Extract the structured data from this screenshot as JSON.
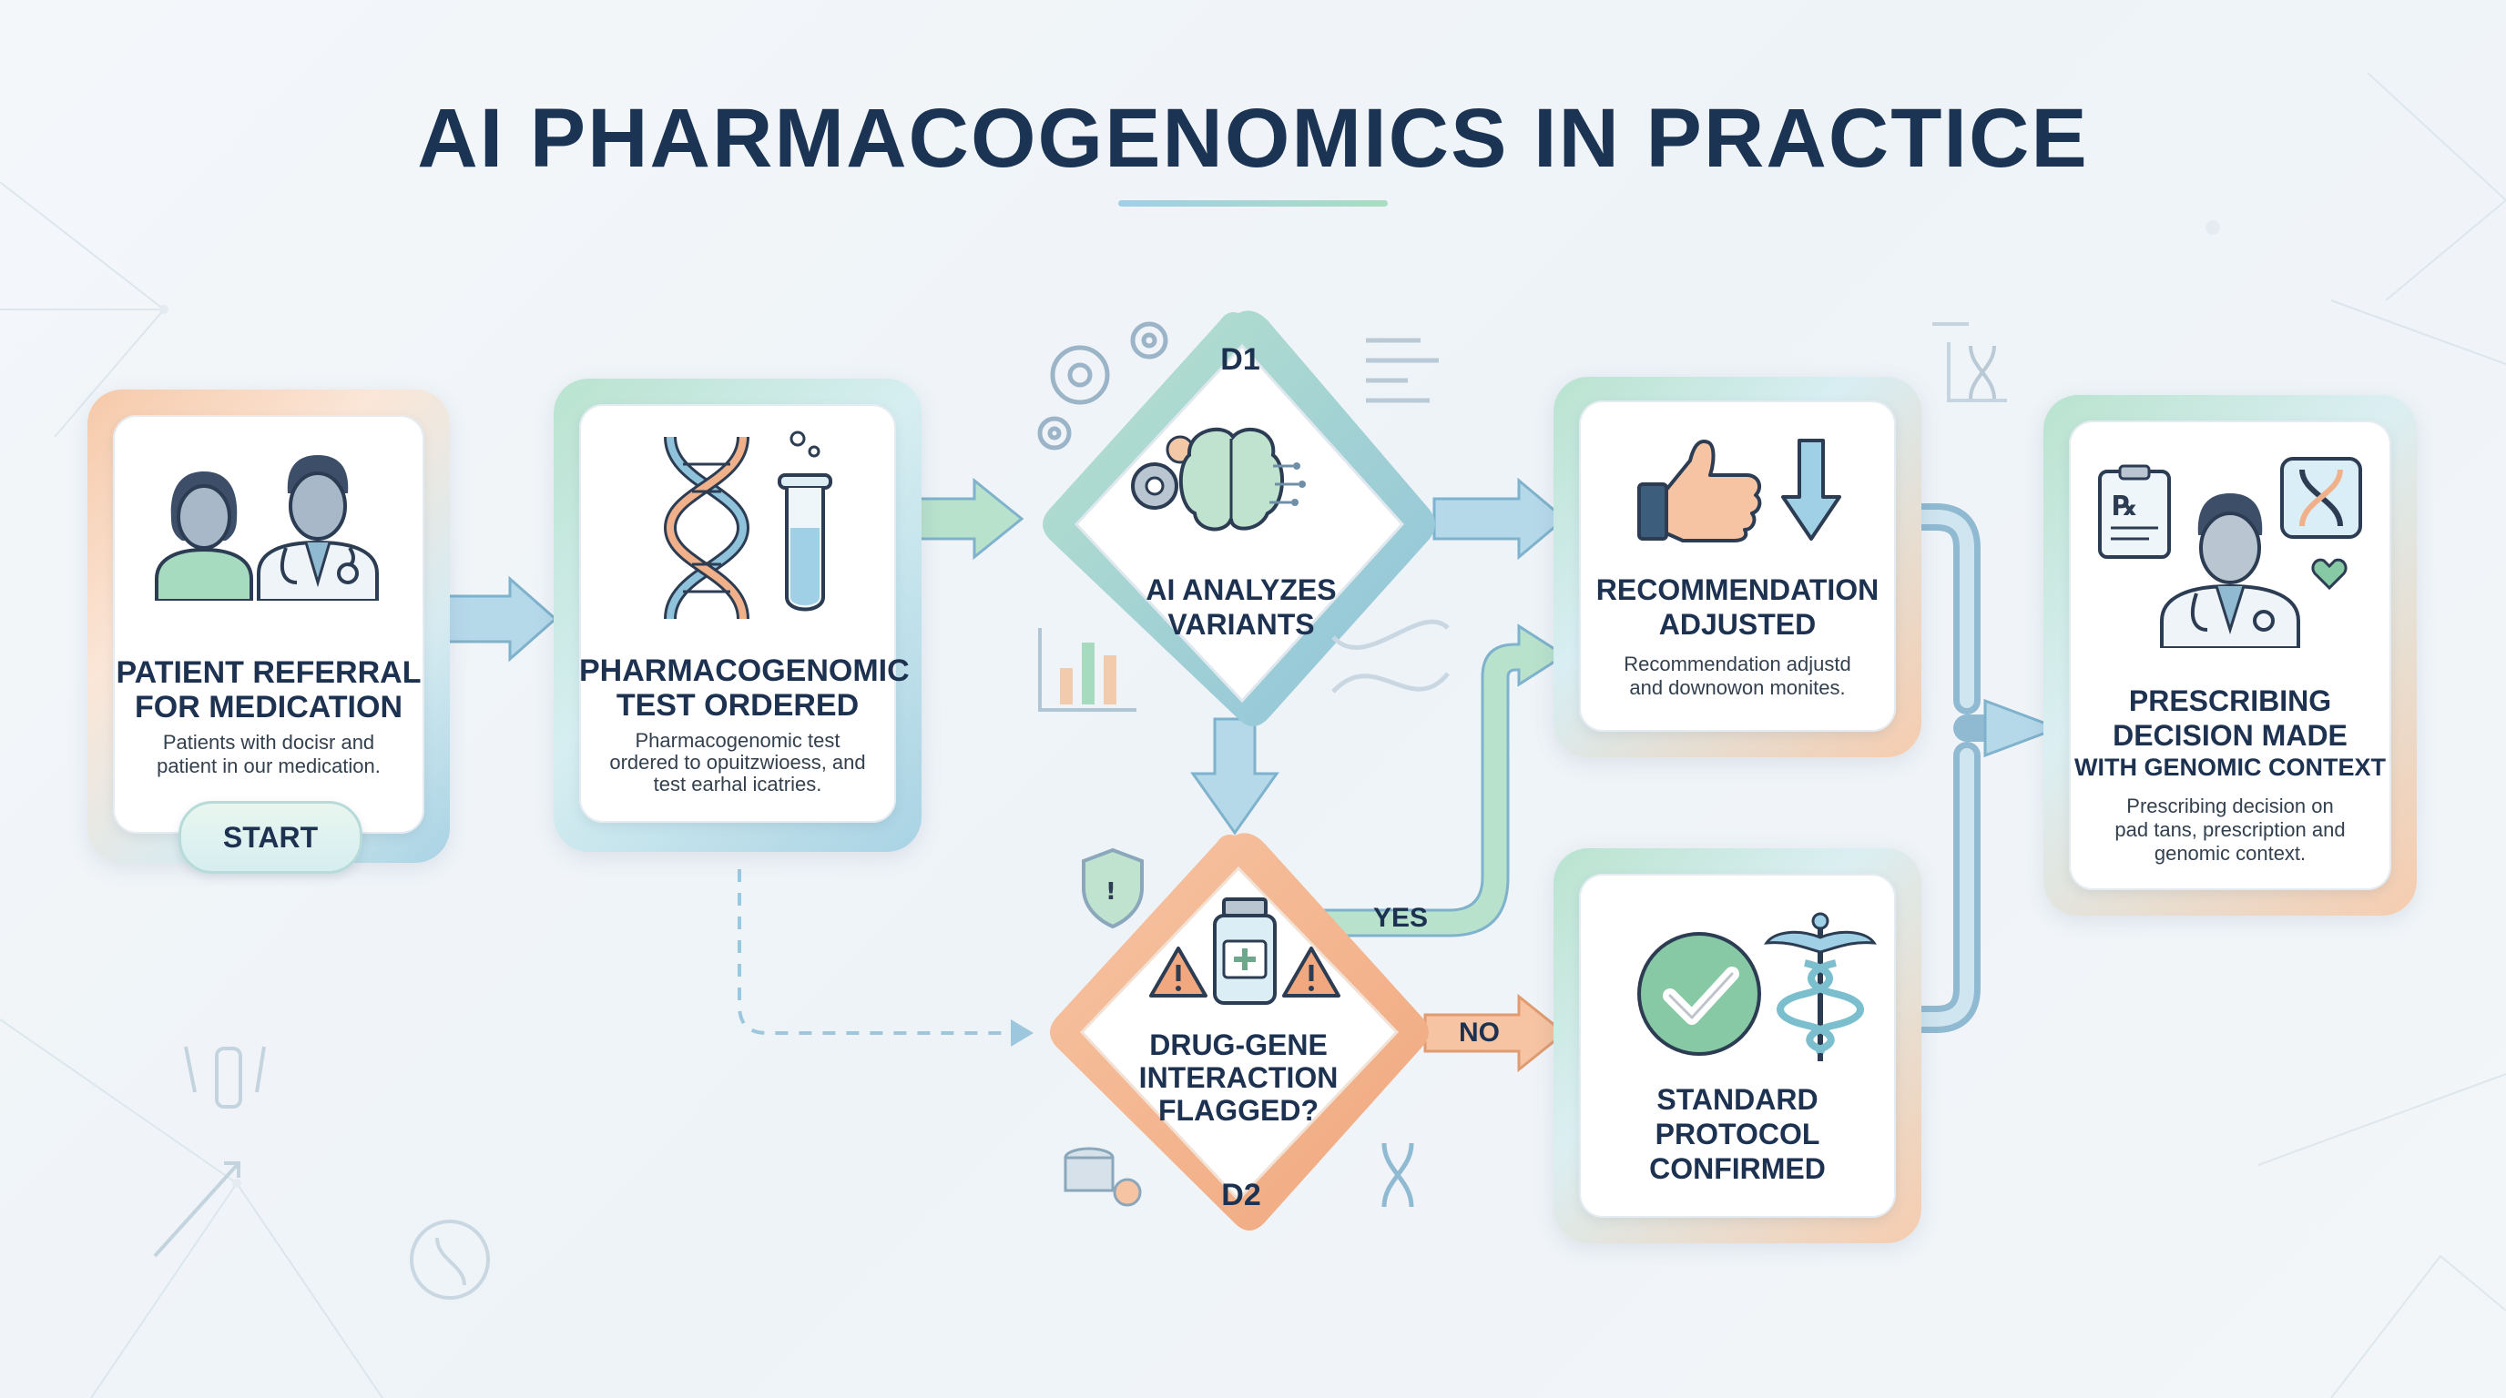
{
  "title": "AI PHARMACOGENOMICS IN PRACTICE",
  "colors": {
    "navy": "#1b3454",
    "blue_arrow": "#8fc3dc",
    "green_arrow": "#a6dbc0",
    "orange_frame": "#f1b58f",
    "teal_frame": "#9fd3cf"
  },
  "steps": {
    "referral": {
      "title_line1": "PATIENT REFERRAL",
      "title_line2": "FOR MEDICATION",
      "desc_line1": "Patients with docisr and",
      "desc_line2": "patient in our medication.",
      "start_label": "START"
    },
    "test": {
      "title_line1": "PHARMACOGENOMIC",
      "title_line2": "TEST ORDERED",
      "desc_line1": "Pharmacogenomic test",
      "desc_line2": "ordered to opuitzwioess, and",
      "desc_line3": "test earhal icatries."
    },
    "d1": {
      "tag": "D1",
      "line1": "AI ANALYZES",
      "line2": "VARIANTS"
    },
    "d2": {
      "tag": "D2",
      "line1": "DRUG-GENE",
      "line2": "INTERACTION",
      "line3": "FLAGGED?"
    },
    "adjusted": {
      "title_line1": "RECOMMENDATION",
      "title_line2": "ADJUSTED",
      "desc_line1": "Recommendation adjustd",
      "desc_line2": "and downowon monites."
    },
    "standard": {
      "title_line1": "STANDARD",
      "title_line2": "PROTOCOL",
      "title_line3": "CONFIRMED"
    },
    "decision": {
      "title_line1": "PRESCRIBING",
      "title_line2": "DECISION MADE",
      "title_line3": "WITH GENOMIC CONTEXT",
      "desc_line1": "Prescribing decision on",
      "desc_line2": "pad tans, prescription and",
      "desc_line3": "genomic context."
    }
  },
  "branches": {
    "yes": "YES",
    "no": "NO"
  },
  "icons": {
    "referral": [
      "patient-icon",
      "doctor-icon"
    ],
    "test": [
      "dna-helix-icon",
      "test-tube-icon"
    ],
    "d1": [
      "gear-icon",
      "brain-icon",
      "circuit-icon"
    ],
    "d2": [
      "warning-icon",
      "medicine-bottle-icon"
    ],
    "adjusted": [
      "thumbs-up-icon",
      "down-arrow-icon"
    ],
    "standard": [
      "checkmark-icon",
      "caduceus-icon"
    ],
    "decision": [
      "prescription-icon",
      "doctor-icon",
      "dna-card-icon"
    ]
  }
}
